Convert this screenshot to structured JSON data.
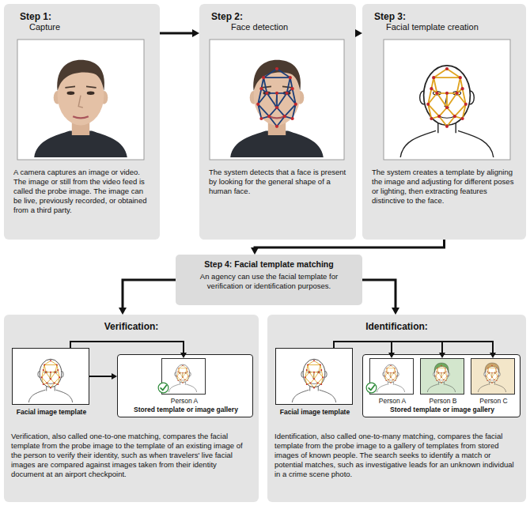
{
  "diagram": {
    "nodes": [
      {
        "text": [
          "Step 1:",
          "Capture",
          "A camera captures an image or video. The image or still from the video feed is called the probe image. The image can be live, previously recorded, or obtained from a third party."
        ]
      },
      {
        "text": [
          "Step 2:",
          "Face detection",
          "The system detects that a face is present by looking for the general shape of a human face."
        ]
      },
      {
        "text": [
          "Step 3:",
          "Facial template creation",
          "The system creates a template by aligning the image and adjusting for different poses or lighting, then extracting features distinctive to the face."
        ]
      },
      {
        "text": [
          "Step 4: Facial template matching",
          "An agency can use the facial template for verification or identification purposes."
        ]
      },
      {
        "text": [
          "Verification:",
          "Verification, also called one-to-one matching, compares the facial template from the probe image to the template of an existing image of the person to verify their identity, such as when travelers' live facial images are compared against images taken from their identity document at an airport checkpoint."
        ]
      },
      {
        "text": [
          "Facial image template"
        ],
        "in": 4
      },
      {
        "text": [
          "Stored template or image gallery"
        ],
        "in": 4
      },
      {
        "text": [
          "Person A"
        ],
        "in": 6
      },
      {
        "text": [
          "Identification:",
          "Identification, also called one-to-many matching, compares the facial template from the probe image to a gallery of templates from stored images of known people. The search seeks to identify a match or potential matches, such as investigative leads for an unknown individual in a crime scene photo."
        ]
      },
      {
        "text": [
          "Facial image template"
        ],
        "in": 8
      },
      {
        "text": [
          "Stored template or image gallery"
        ],
        "in": 8
      },
      {
        "text": [
          "Person A"
        ],
        "in": 10
      },
      {
        "text": [
          "Person B"
        ],
        "in": 10
      },
      {
        "text": [
          "Person C"
        ],
        "in": 10
      }
    ],
    "edges": [
      {
        "from": 0,
        "to": 1,
        "arrow": "to"
      },
      {
        "from": 1,
        "to": 2,
        "arrow": "to"
      },
      {
        "from": 2,
        "to": 3,
        "arrow": "to"
      },
      {
        "from": 3,
        "to": 4,
        "arrow": "to"
      },
      {
        "from": 3,
        "to": 8,
        "arrow": "to"
      },
      {
        "from": 5,
        "to": 6,
        "arrow": "to"
      },
      {
        "from": 5,
        "to": 7,
        "arrow": "to"
      },
      {
        "from": 9,
        "to": 11,
        "arrow": "to"
      },
      {
        "from": 9,
        "to": 12,
        "arrow": "to"
      },
      {
        "from": 9,
        "to": 13,
        "arrow": "to"
      }
    ]
  }
}
